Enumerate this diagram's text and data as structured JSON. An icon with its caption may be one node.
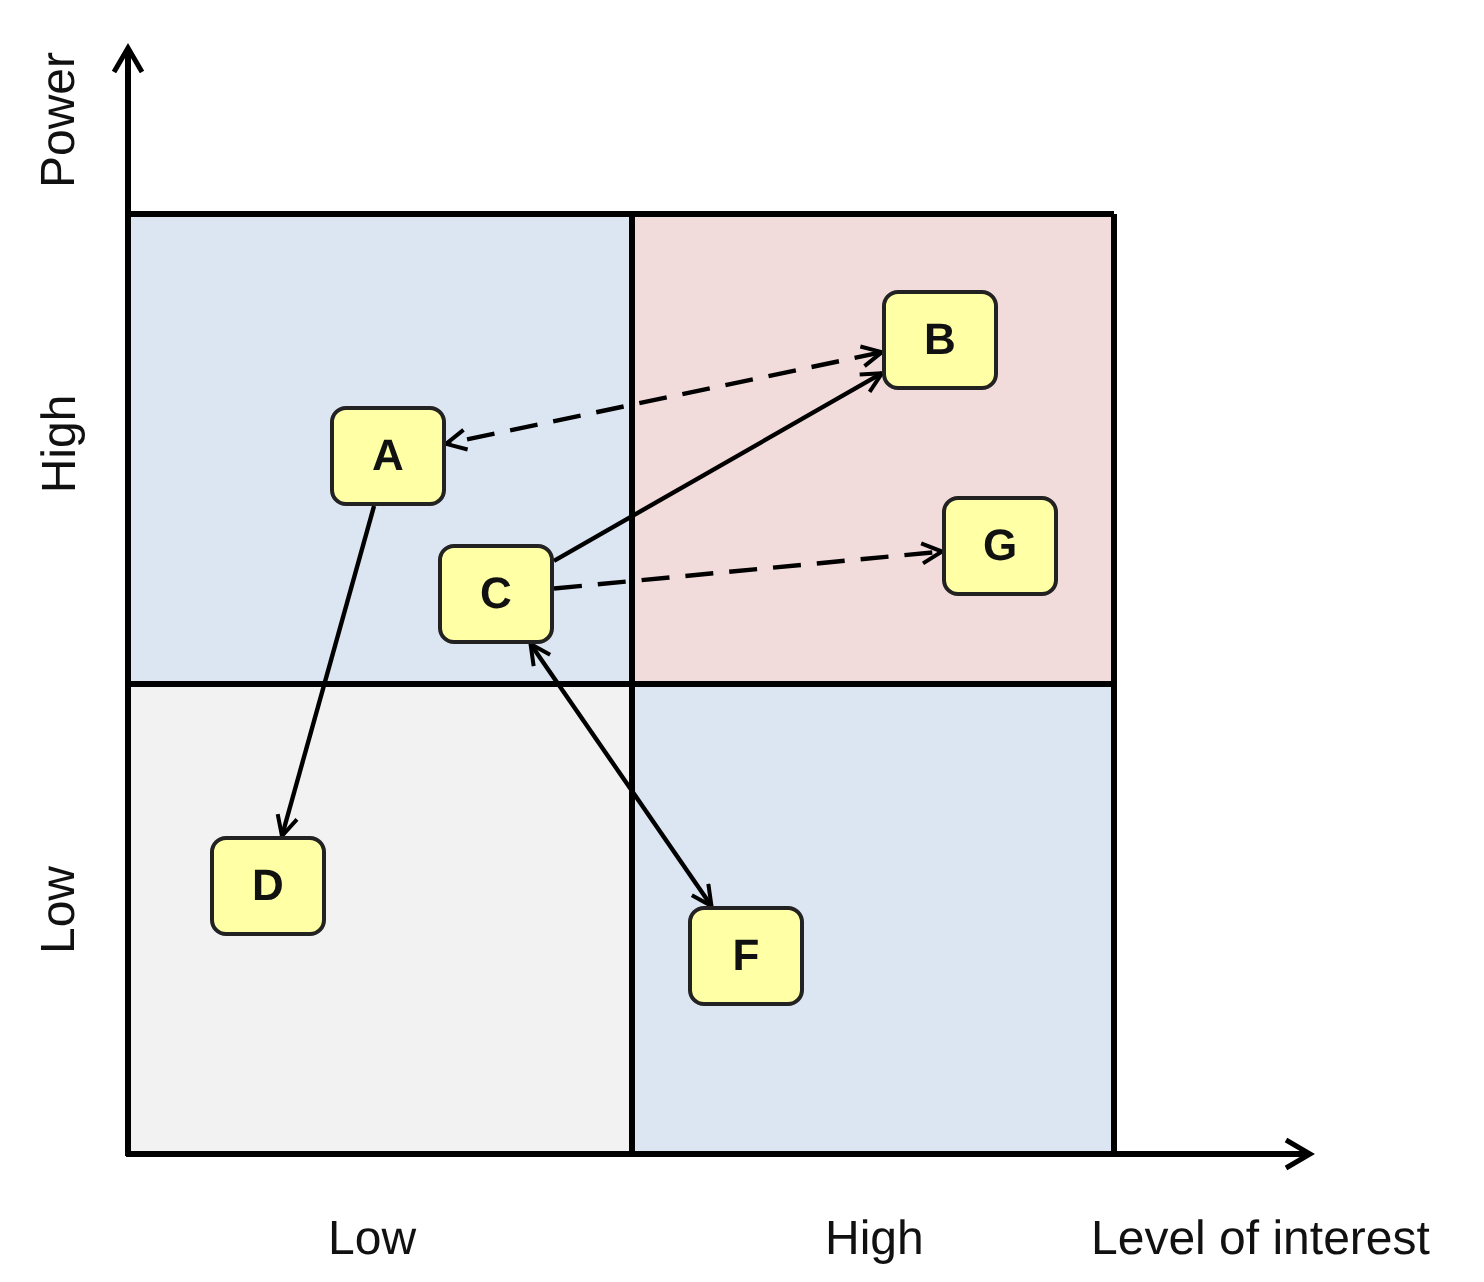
{
  "diagram": {
    "nodes": [
      {
        "text": [
          "A"
        ]
      },
      {
        "text": [
          "B"
        ]
      },
      {
        "text": [
          "C"
        ]
      },
      {
        "text": [
          "G"
        ]
      },
      {
        "text": [
          "D"
        ]
      },
      {
        "text": [
          "F"
        ]
      }
    ],
    "edges": [
      {
        "from": 1,
        "to": 0,
        "arrow": "both",
        "style": "dashed"
      },
      {
        "from": 2,
        "to": 1,
        "arrow": "to"
      },
      {
        "from": 2,
        "to": 3,
        "arrow": "to",
        "style": "dashed"
      },
      {
        "from": 0,
        "to": 4,
        "arrow": "to"
      },
      {
        "from": 2,
        "to": 5,
        "arrow": "both"
      }
    ],
    "labels": [
      "Power",
      "High",
      "Low",
      "Low",
      "High",
      "Level of interest"
    ]
  }
}
